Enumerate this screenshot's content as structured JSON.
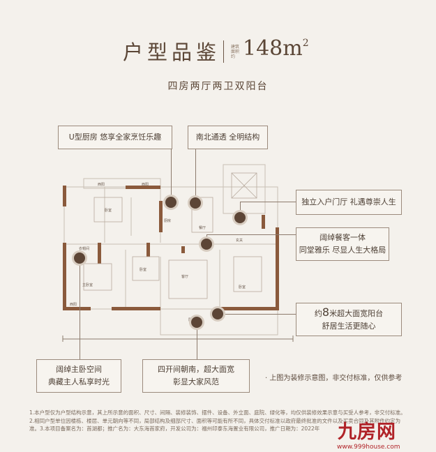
{
  "header": {
    "title": "户型品鉴",
    "area_tag": "建筑面积约",
    "area": "148m",
    "area_unit": "2",
    "subtitle": "四房两厅两卫双阳台"
  },
  "callouts": {
    "kitchen": "U型厨房  悠享全家烹饪乐趣",
    "ventilation": "南北通透  全明结构",
    "entrance": "独立入户门厅 礼遇尊崇人生",
    "living_line1": "阔绰餐客一体",
    "living_line2": "同堂雅乐 尽显人生大格局",
    "balcony_prefix": "约",
    "balcony_num": "8",
    "balcony_suffix": "米超大面宽阳台",
    "balcony_line2": "舒居生活更随心",
    "master_line1": "阔绰主卧空间",
    "master_line2": "典藏主人私享时光",
    "south_line1": "四开间朝南，超大面宽",
    "south_line2": "彰显大家风范"
  },
  "rooms": {
    "balcony_a": "西阳",
    "balcony_b": "西阳",
    "bedroom": "卧室",
    "kitchen": "厨房",
    "dining": "餐厅",
    "entry": "玄关",
    "walkin": "衣帽间",
    "master": "主卧室",
    "study": "卧室",
    "living": "客厅",
    "bedroom2": "卧室",
    "balcony_bottom": "阳台",
    "balcony_left": "西阳"
  },
  "note": "· 上图为装修示意图，非交付标准，仅供参考",
  "footnote": "1.本户型仅为户型结构示意，其上所示意的面积、尺寸、间隔、装修装饰、摆件、设备、外立面、庭院、绿化等，均仅供装修效果示意与买受人参考，非交付标准。2.相同户型单位因楼栋、楼层、单元朝向等不同，局部结构及细部尺寸、面积等可能有所不同，具体交付标准以政府最终批准的文件以及买卖合同及其附件约定为准。3.本项目备案名为：首湖都；推广名为：大东海首家府，开发公司为：福州印泰东海置业有限公司，推广日期为：2022年",
  "watermark": {
    "brand": "九房网",
    "url": "www.999house.com"
  },
  "colors": {
    "accent": "#5c4536",
    "background": "#f4f1ec",
    "wall": "#8a5a3c",
    "brand": "#b02328"
  }
}
